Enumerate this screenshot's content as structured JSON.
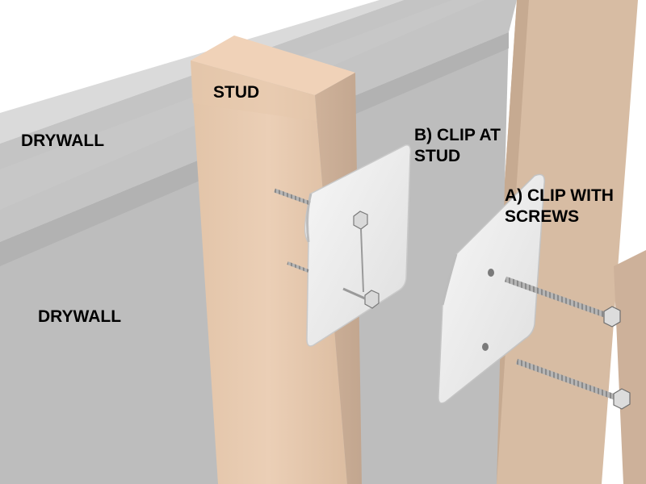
{
  "labels": {
    "drywall_top": "DRYWALL",
    "stud": "STUD",
    "clip_b_line1": "B) CLIP AT",
    "clip_b_line2": "STUD",
    "clip_a_line1": "A) CLIP WITH",
    "clip_a_line2": "SCREWS",
    "drywall_bottom": "DRYWALL"
  },
  "colors": {
    "background": "#ffffff",
    "drywall_face": "#bdbdbd",
    "drywall_top_edge": "#d6d6d6",
    "stud_face": "#e9cdb4",
    "stud_top": "#f0d2b8",
    "clip_metal": "#eeeeee",
    "screw": "#a9a9a9",
    "label_text": "#000000"
  }
}
